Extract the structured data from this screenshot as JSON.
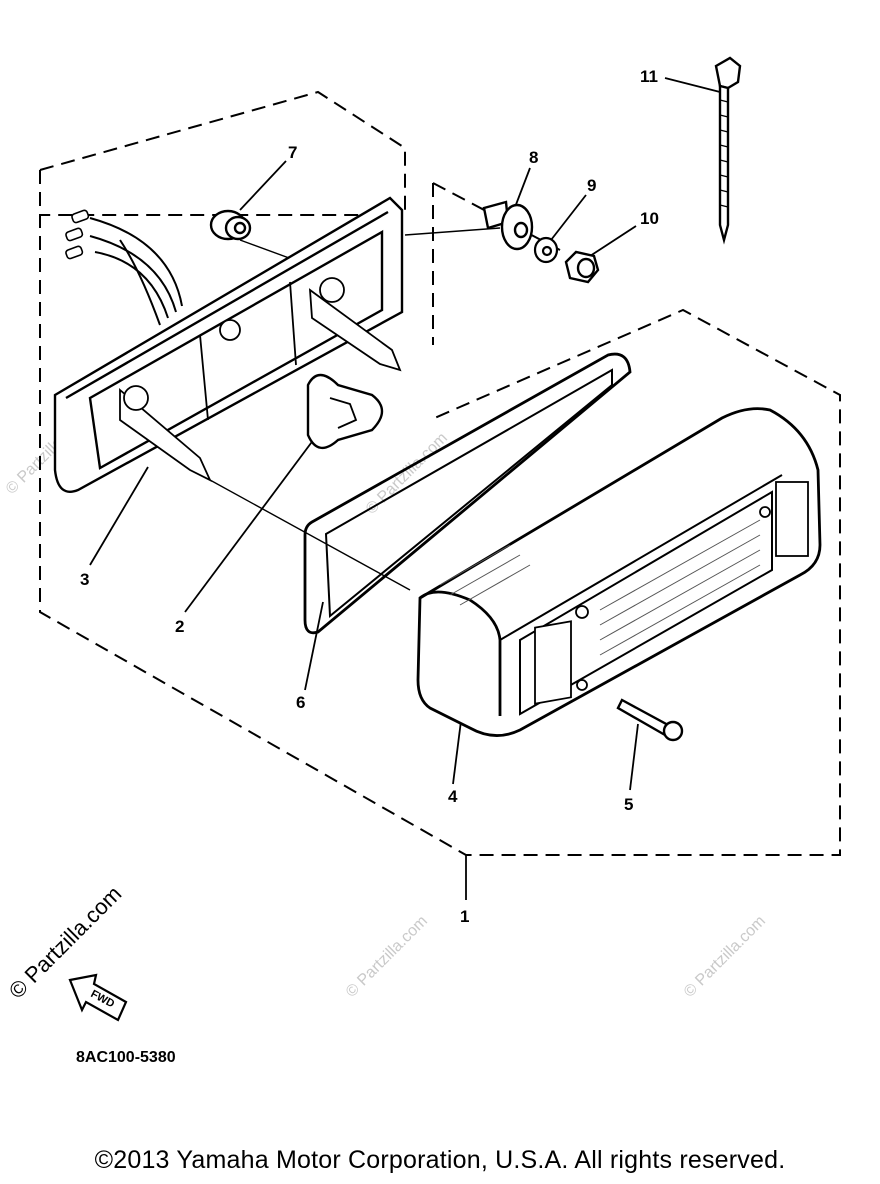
{
  "diagram": {
    "callouts": [
      "1",
      "2",
      "3",
      "4",
      "5",
      "6",
      "7",
      "8",
      "9",
      "10",
      "11"
    ],
    "fwd_label": "FWD",
    "diagram_code": "8AC100-5380",
    "watermark_main": "© Partzilla.com",
    "watermark_faint": "© Partzilla.com"
  },
  "footer": {
    "copyright": "©2013  Yamaha Motor Corporation, U.S.A. All rights reserved."
  }
}
